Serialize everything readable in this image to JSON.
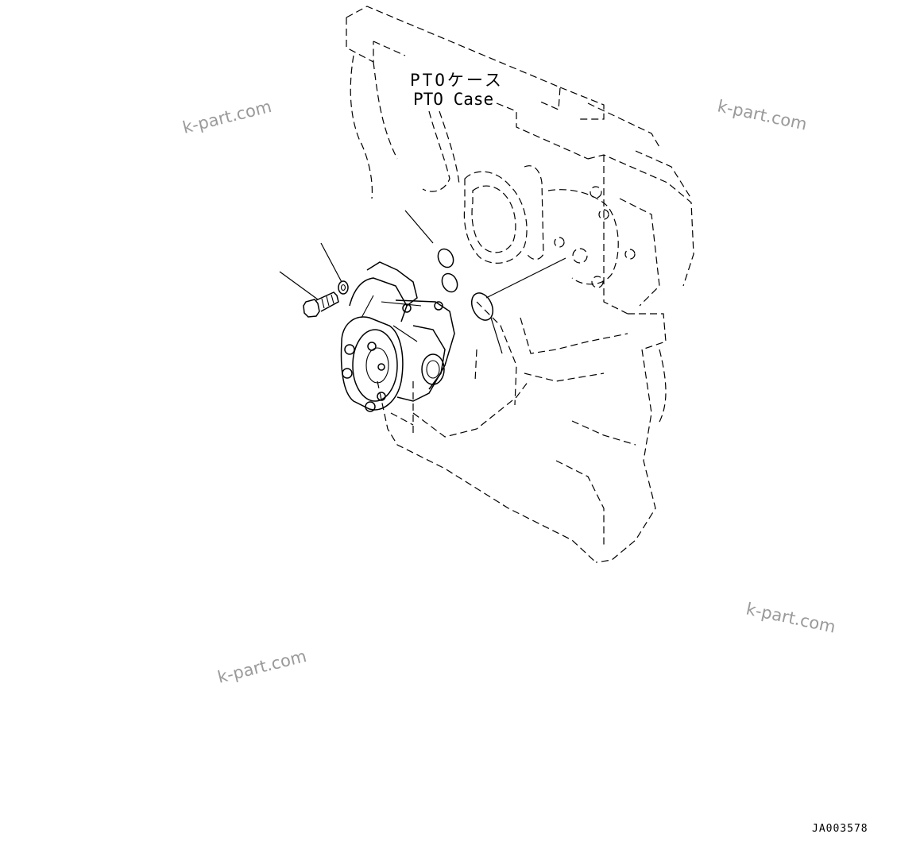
{
  "callout": {
    "jp": "PTOケース",
    "en": "PTO Case"
  },
  "watermarks": [
    "k-part.com",
    "k-part.com",
    "k-part.com",
    "k-part.com"
  ],
  "drawing_id": "JA003578"
}
